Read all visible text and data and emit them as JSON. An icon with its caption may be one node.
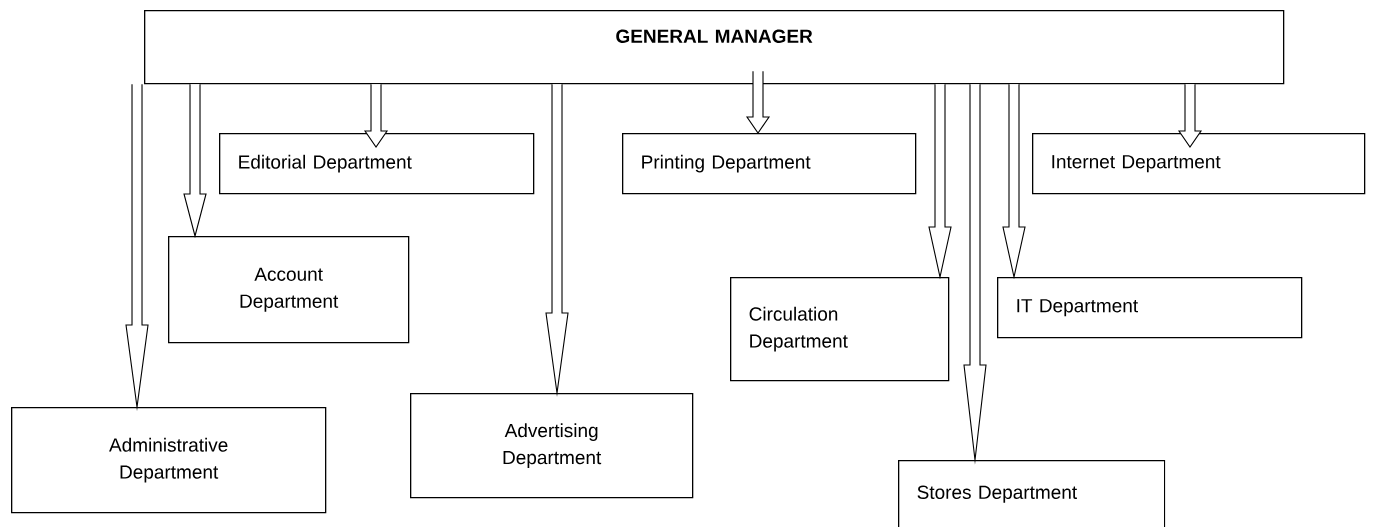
{
  "diagram": {
    "nodes": [
      {
        "text": [
          "GENERAL MANAGER"
        ]
      },
      {
        "text": [
          "Editorial Department"
        ]
      },
      {
        "text": [
          "Printing Department"
        ]
      },
      {
        "text": [
          "Internet Department"
        ]
      },
      {
        "text": [
          "Account Department"
        ]
      },
      {
        "text": [
          "Circulation Department"
        ]
      },
      {
        "text": [
          "IT Department"
        ]
      },
      {
        "text": [
          "Administrative Department"
        ]
      },
      {
        "text": [
          "Advertising Department"
        ]
      },
      {
        "text": [
          "Stores Department"
        ]
      }
    ],
    "edges": [
      {
        "from": 0,
        "to": 7,
        "arrow": "to"
      },
      {
        "from": 0,
        "to": 4,
        "arrow": "to"
      },
      {
        "from": 0,
        "to": 1,
        "arrow": "to"
      },
      {
        "from": 0,
        "to": 8,
        "arrow": "to"
      },
      {
        "from": 0,
        "to": 2,
        "arrow": "to"
      },
      {
        "from": 0,
        "to": 5,
        "arrow": "to"
      },
      {
        "from": 0,
        "to": 9,
        "arrow": "to"
      },
      {
        "from": 0,
        "to": 6,
        "arrow": "to"
      },
      {
        "from": 0,
        "to": 3,
        "arrow": "to"
      }
    ]
  }
}
